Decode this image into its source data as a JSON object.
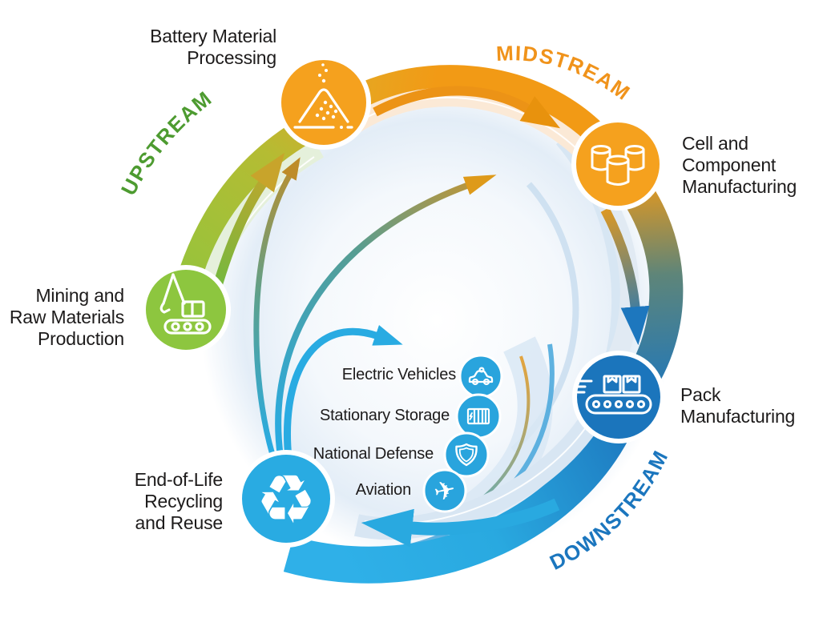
{
  "diagram": {
    "name": "battery-supply-chain",
    "stages": {
      "upstream": {
        "label": "UPSTREAM",
        "color": "#4D9B30"
      },
      "midstream": {
        "label": "MIDSTREAM",
        "color": "#F0931B"
      },
      "downstream": {
        "label": "DOWNSTREAM",
        "color": "#1B76BE"
      }
    },
    "nodes": {
      "mining": {
        "label": "Mining and\nRaw Materials\nProduction",
        "color": "#8DC63F",
        "icon": "excavator-icon"
      },
      "battery_material": {
        "label": "Battery Material\nProcessing",
        "color": "#F5A11E",
        "icon": "material-pile-icon"
      },
      "cell_component": {
        "label": "Cell and\nComponent\nManufacturing",
        "color": "#F5A11E",
        "icon": "battery-cells-icon"
      },
      "pack": {
        "label": "Pack\nManufacturing",
        "color": "#1B75BC",
        "icon": "conveyor-icon"
      },
      "recycling": {
        "label": "End-of-Life\nRecycling\nand Reuse",
        "color": "#29ABE2",
        "icon": "recycle-icon",
        "glyph": "♻"
      }
    },
    "applications": [
      {
        "label": "Electric Vehicles",
        "icon": "electric-car-icon"
      },
      {
        "label": "Stationary Storage",
        "icon": "storage-container-icon"
      },
      {
        "label": "National Defense",
        "icon": "shield-icon"
      },
      {
        "label": "Aviation",
        "icon": "airplane-icon",
        "glyph": "✈"
      }
    ],
    "colors": {
      "upstream_band_start": "#8CC63F",
      "upstream_band_end": "#DCA827",
      "midstream_band": "#F29A15",
      "transition_mid": "#5E8579",
      "downstream_dark": "#1D77BE",
      "downstream_light": "#29A9E0",
      "return_arrow_blue": "#29ABE2",
      "pale_green": "#E5F0DB",
      "pale_peach": "#FBE9D6",
      "pale_blue": "#D8E6F3",
      "text_dark": "#1D1B1B"
    }
  }
}
